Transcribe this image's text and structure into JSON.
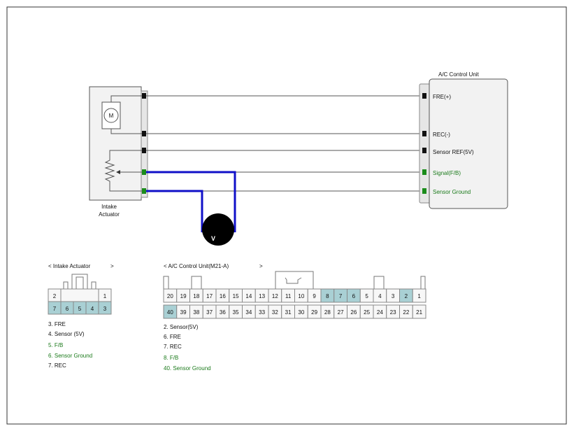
{
  "colors": {
    "accent": "#1010c8",
    "feedback": "#1b7a1b",
    "highlight": "#a9d0d4",
    "body": "#f2f2f2"
  },
  "intake": {
    "label_line1": "Intake",
    "label_line2": "Actuator",
    "motor_symbol": "M"
  },
  "unit": {
    "title": "A/C Control Unit",
    "pins": [
      "FRE(+)",
      "REC(-)",
      "Sensor REF(5V)",
      "Signal(F/B)",
      "Sensor Ground"
    ]
  },
  "meter": {
    "label": "V"
  },
  "conn_intake": {
    "title": "< Intake Actuator",
    "arrow": ">",
    "top_pins": [
      "2",
      "1"
    ],
    "bottom_pins": [
      "7",
      "6",
      "5",
      "4",
      "3"
    ],
    "legend": [
      "3. FRE",
      "4.  Sensor    (5V)",
      "5. F/B",
      "6.   Sensor Ground",
      "7. REC"
    ]
  },
  "conn_unit": {
    "title": "< A/C Control Unit(M21-A)",
    "arrow": ">",
    "top_pins": [
      "20",
      "19",
      "18",
      "17",
      "16",
      "15",
      "14",
      "13",
      "12",
      "11",
      "10",
      "9",
      "8",
      "7",
      "6",
      "5",
      "4",
      "3",
      "2",
      "1"
    ],
    "bottom_pins": [
      "40",
      "39",
      "38",
      "37",
      "36",
      "35",
      "34",
      "33",
      "32",
      "31",
      "30",
      "29",
      "28",
      "27",
      "26",
      "25",
      "24",
      "23",
      "22",
      "21"
    ],
    "legend": [
      "2. Sensor(5V)",
      "6. FRE",
      "7. REC",
      "8. F/B",
      "40. Sensor Ground"
    ]
  }
}
